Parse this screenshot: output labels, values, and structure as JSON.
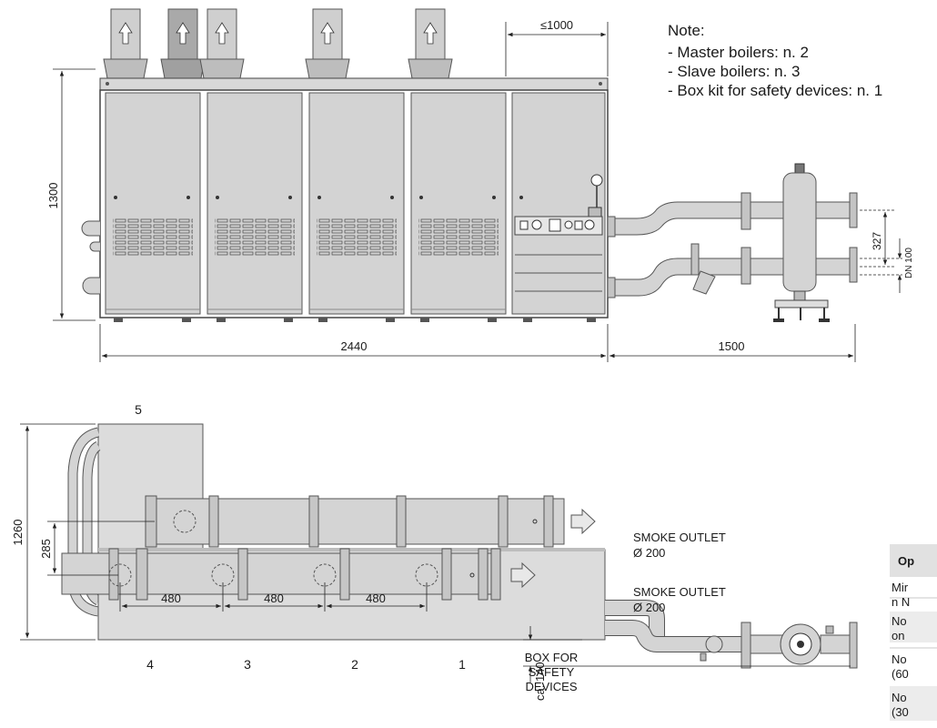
{
  "note": {
    "title": "Note:",
    "lines": [
      "- Master boilers: n. 2",
      "- Slave boilers: n. 3",
      "- Box kit for safety devices: n. 1"
    ]
  },
  "dimensions": {
    "height_front": "1300",
    "width_total": "2440",
    "width_separator": "1500",
    "box_max": "≤1000",
    "pipe_spacing": "327",
    "dn": "DN 100",
    "depth": "1260",
    "outlet_spacing": "285",
    "spacing_a": "480",
    "spacing_b": "480",
    "spacing_c": "480",
    "ca": "ca. 140"
  },
  "labels": {
    "unit5": "5",
    "units": [
      "4",
      "3",
      "2",
      "1"
    ],
    "smoke_outlet_1": "SMOKE OUTLET",
    "smoke_outlet_1_dia": "Ø 200",
    "smoke_outlet_2": "SMOKE OUTLET",
    "smoke_outlet_2_dia": "Ø 200",
    "box_line1": "BOX FOR",
    "box_line2": "SAFETY",
    "box_line3": "DEVICES"
  },
  "table_fragments": [
    "Op",
    "Mir",
    "n N",
    "No",
    "on",
    "No",
    "(60",
    "No",
    "(30"
  ]
}
